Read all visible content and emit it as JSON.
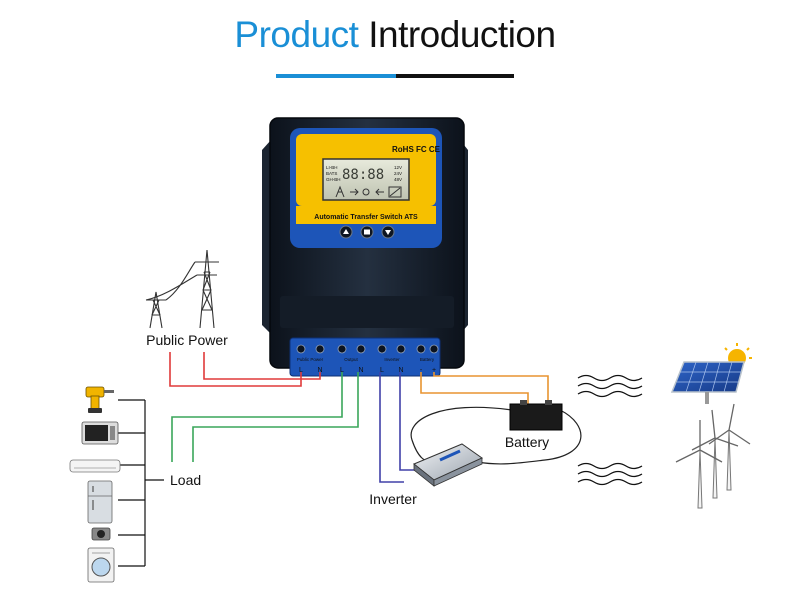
{
  "title": {
    "part1": "Product",
    "part2": "Introduction"
  },
  "device": {
    "certifications": "RoHS FC CE",
    "name": "Automatic Transfer Switch ATS",
    "lcd_left": [
      "LI-BH",
      "BATS",
      "GH-BH"
    ],
    "lcd_right": [
      "12V",
      "24V",
      "48V"
    ],
    "lcd_digits": "88:88",
    "terminal_groups": [
      "Public Power",
      "Output",
      "Inverter",
      "Battery"
    ],
    "terminal_letters": [
      "L",
      "N",
      "L",
      "N",
      "L",
      "N",
      "-",
      "+"
    ]
  },
  "labels": {
    "public_power": "Public Power",
    "load": "Load",
    "inverter": "Inverter",
    "battery": "Battery"
  },
  "colors": {
    "accent_blue": "#1a8fd6",
    "panel_yellow": "#f6c000",
    "panel_blue": "#1d55b8",
    "wire_red": "#e03a3a",
    "wire_green": "#3aa65a",
    "wire_blue": "#4040a8",
    "wire_orange": "#e89430"
  }
}
